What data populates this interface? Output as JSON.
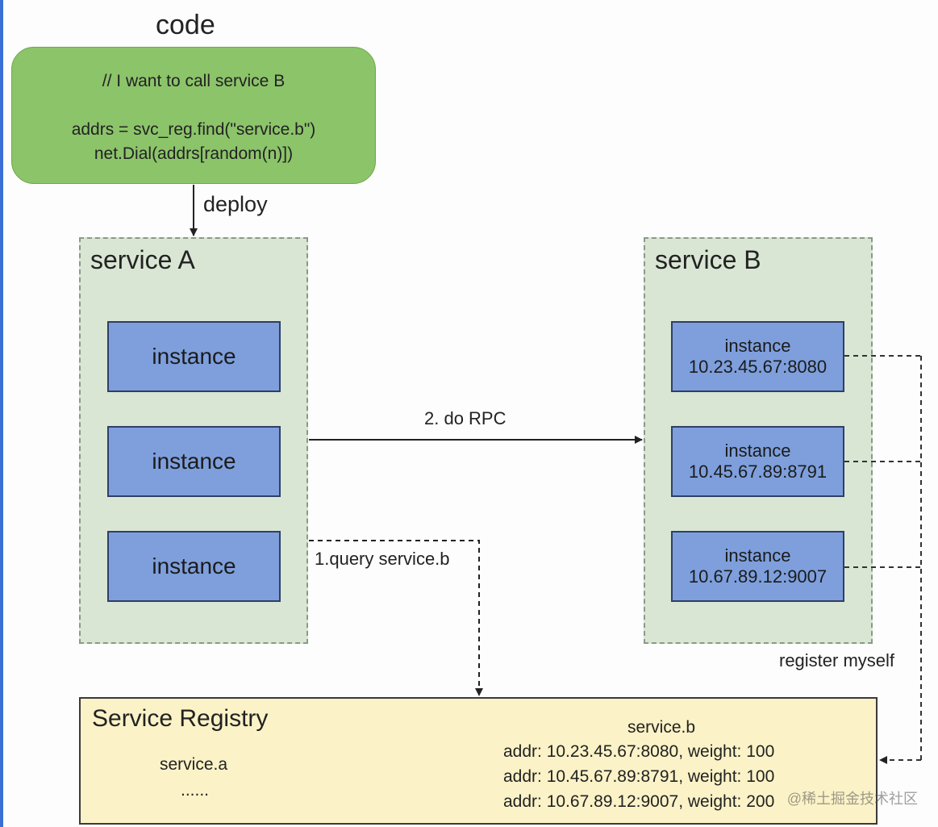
{
  "code": {
    "title": "code",
    "comment": "// I want to call service B",
    "line1": "addrs = svc_reg.find(\"service.b\")",
    "line2": "net.Dial(addrs[random(n)])"
  },
  "edges": {
    "deploy": "deploy",
    "do_rpc": "2. do RPC",
    "query": "1.query service.b",
    "register": "register myself"
  },
  "service_a": {
    "title": "service A",
    "instances": [
      "instance",
      "instance",
      "instance"
    ]
  },
  "service_b": {
    "title": "service B",
    "instances": [
      {
        "label": "instance",
        "addr": "10.23.45.67:8080"
      },
      {
        "label": "instance",
        "addr": "10.45.67.89:8791"
      },
      {
        "label": "instance",
        "addr": "10.67.89.12:9007"
      }
    ]
  },
  "registry": {
    "title": "Service Registry",
    "service_a": "service.a",
    "ellipsis": "......",
    "service_b": "service.b",
    "entries": [
      "addr: 10.23.45.67:8080, weight: 100",
      "addr: 10.45.67.89:8791, weight: 100",
      "addr: 10.67.89.12:9007, weight: 200"
    ]
  },
  "watermark": "@稀土掘金技术社区",
  "colors": {
    "code_box": "#8cc46a",
    "service_box": "#d9e6d4",
    "instance": "#7e9fdc",
    "registry": "#fbf2c7"
  }
}
